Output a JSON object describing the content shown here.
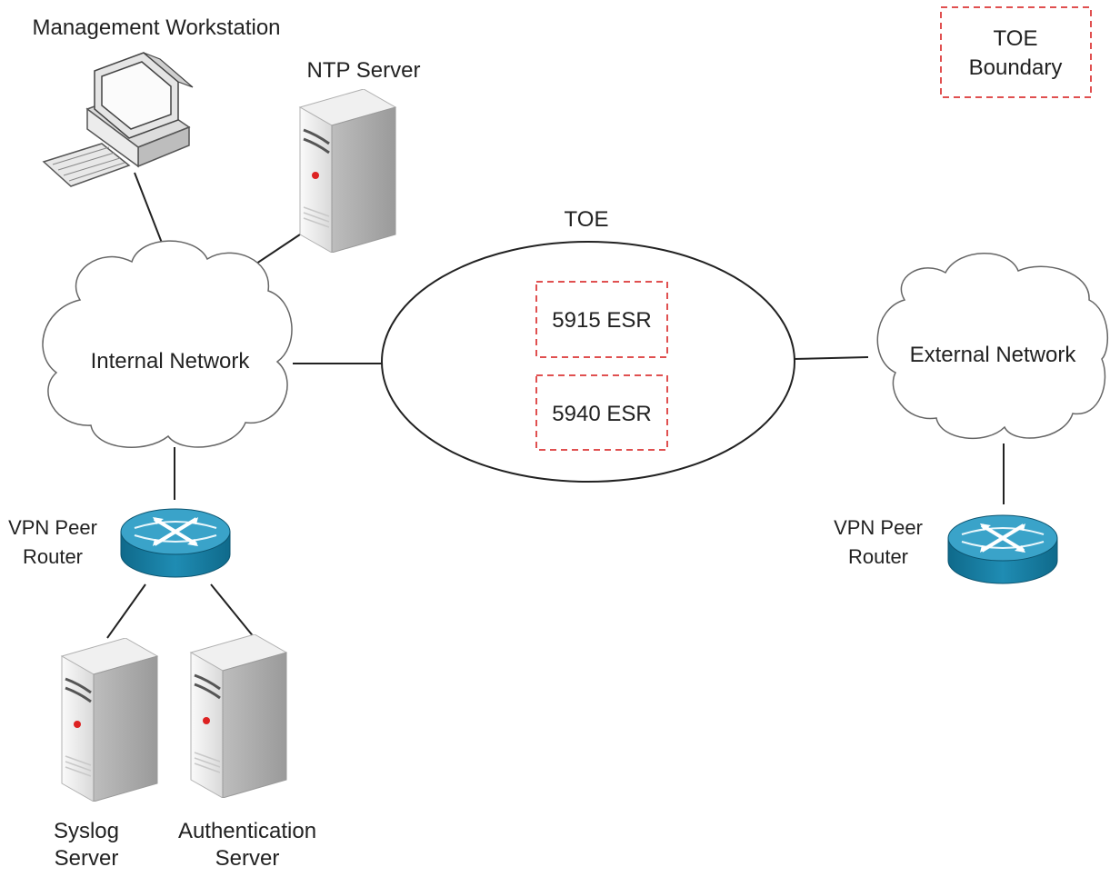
{
  "labels": {
    "management_workstation": "Management Workstation",
    "ntp_server": "NTP Server",
    "internal_network": "Internal Network",
    "external_network": "External Network",
    "toe": "TOE",
    "esr_5915": "5915 ESR",
    "esr_5940": "5940 ESR",
    "legend_line1": "TOE",
    "legend_line2": "Boundary",
    "vpn_left_line1": "VPN Peer",
    "vpn_left_line2": "Router",
    "vpn_right_line1": "VPN Peer",
    "vpn_right_line2": "Router",
    "syslog_line1": "Syslog",
    "syslog_line2": "Server",
    "auth_line1": "Authentication",
    "auth_line2": "Server"
  },
  "colors": {
    "boundary": "#e05050",
    "router": "#1d7ea0",
    "router_light": "#5fb4d4",
    "server": "#e6e6e6",
    "line": "#222222"
  },
  "icons": {
    "workstation": "computer-workstation-icon",
    "server": "tower-server-icon",
    "router": "router-icon",
    "cloud": "cloud-icon"
  }
}
